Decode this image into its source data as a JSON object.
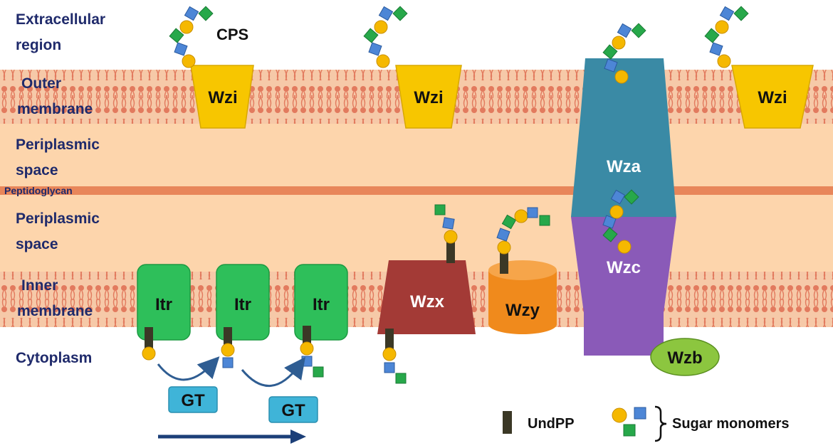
{
  "regions": {
    "extracellular": [
      "Extracellular",
      "region"
    ],
    "outer_membrane": [
      "Outer",
      "membrane"
    ],
    "periplasm_upper": [
      "Periplasmic",
      "space"
    ],
    "peptidoglycan": "Peptidoglycan",
    "periplasm_lower": [
      "Periplasmic",
      "space"
    ],
    "inner_membrane": [
      "Inner",
      "membrane"
    ],
    "cytoplasm": "Cytoplasm"
  },
  "proteins": {
    "wzi": "Wzi",
    "wza": "Wza",
    "wzc": "Wzc",
    "wzx": "Wzx",
    "wzy": "Wzy",
    "wzb": "Wzb",
    "itr": "Itr",
    "gt": "GT"
  },
  "cps_label": "CPS",
  "legend": {
    "undpp": "UndPP",
    "sugar": "Sugar monomers"
  },
  "colors": {
    "membrane_lipid": "#e8866a",
    "membrane_bg": "#f6c9a8",
    "periplasm": "#fdd5ac",
    "peptidoglycan": "#e8865a",
    "wzi": "#f7c600",
    "wza": "#3a8aa5",
    "wzc": "#8a5ab8",
    "wzx": "#a33a36",
    "wzy": "#f08a1c",
    "wzb": "#8cc63f",
    "itr": "#2ebf5a",
    "gt": "#3fb4d8",
    "sugar_circle": "#f5b800",
    "sugar_square_blue": "#4d86d6",
    "sugar_square_green": "#27a84a",
    "undpp": "#3b3826",
    "region_text": "#1f2a6b",
    "arrow": "#1c3f78"
  }
}
